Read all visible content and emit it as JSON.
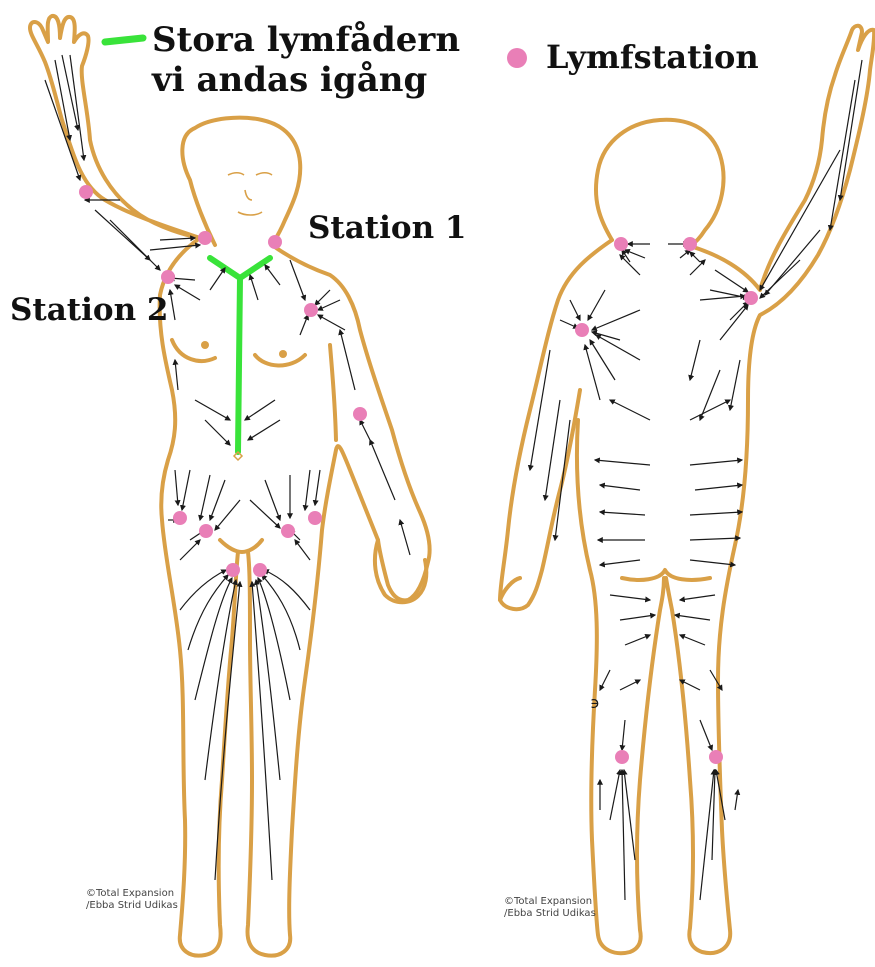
{
  "legend": {
    "vessel_label_line1": "Stora lymfådern",
    "vessel_label_line2": "vi andas igång",
    "node_label": "Lymfstation",
    "vessel_color": "#39e33a",
    "node_color": "#e97fb7"
  },
  "labels": {
    "station1": "Station 1",
    "station2": "Station 2"
  },
  "copyright": {
    "front_line1": "©Total Expansion",
    "front_line2": "/Ebba Strid Udikas",
    "back_line1": "©Total Expansion",
    "back_line2": "/Ebba Strid Udikas"
  },
  "colors": {
    "outline": "#d9a047",
    "arrow": "#1a1a1a"
  }
}
